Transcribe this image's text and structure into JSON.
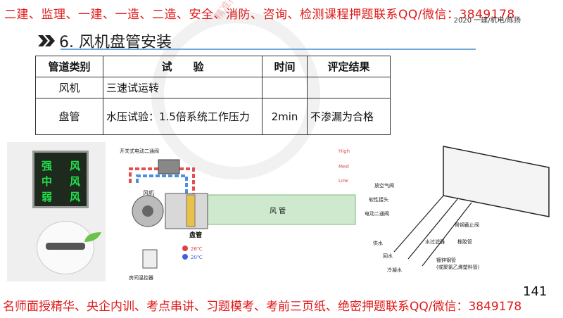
{
  "banner_top": "二建、监理、一建、一造、二造、安全、消防、咨询、检测课程押题联系QQ/微信：3849178",
  "header_meta": "2020 一建/机电/陈扬",
  "title": "6. 风机盘管安装",
  "table": {
    "headers": [
      "管道类别",
      "试　　验",
      "时间",
      "评定结果"
    ],
    "rows": [
      [
        "风机",
        "三速试运转",
        "",
        ""
      ],
      [
        "盘管",
        "水压试验：1.5倍系统工作压力",
        "2min",
        "不渗漏为合格"
      ]
    ]
  },
  "panel": {
    "labels": [
      "强",
      "风",
      "中",
      "风",
      "弱",
      "风"
    ]
  },
  "diagram": {
    "valve_label": "开关式电动二通阀",
    "fan_label": "风机",
    "coil_label": "盘管",
    "wind_label": "风 管",
    "temp_hot": "26℃",
    "temp_cold": "20℃",
    "thermostat_label": "房间温控器",
    "speed_high": "High",
    "speed_med": "Med",
    "speed_low": "Low"
  },
  "diagram_right": {
    "labels": [
      "放空气阀",
      "软性接头",
      "电动二通阀",
      "供水",
      "回水",
      "冷凝水",
      "骨钢截止阀",
      "水过滤器",
      "橡胶管",
      "镀锌钢管",
      "(或聚氯乙烯塑料管)"
    ]
  },
  "banner_bottom": "名师面授精华、央企内训、考点串讲、习题模考、考前三页纸、绝密押题联系QQ/微信：3849178",
  "page_number": "141",
  "watermark": "精准押题联系QQ/微信：3849178"
}
